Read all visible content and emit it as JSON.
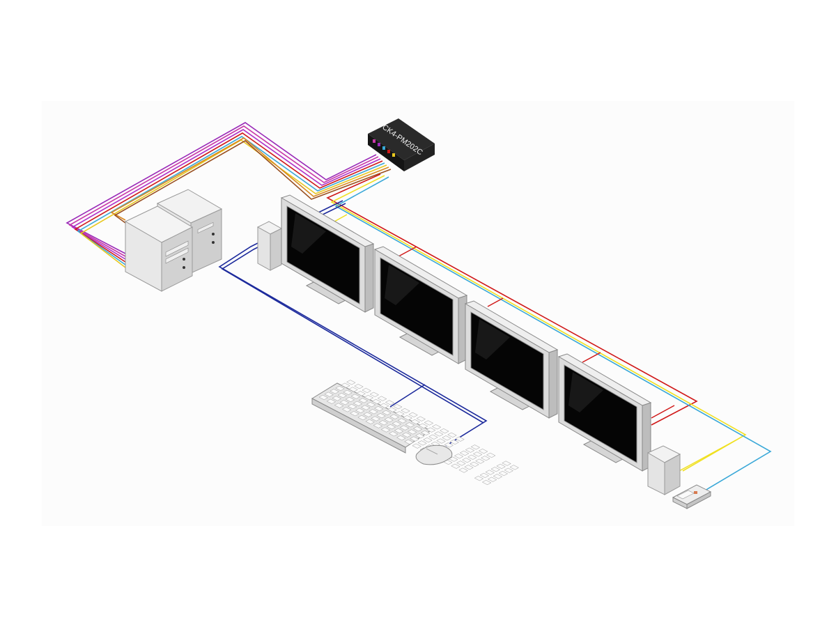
{
  "device": {
    "model_label": "CK4-PM202C"
  },
  "colors": {
    "cable_red": "#d01818",
    "cable_yellow": "#f0e020",
    "cable_cyan": "#3aa8d8",
    "cable_blue": "#1c2a9c",
    "cable_purple": "#9a2ab8",
    "cable_magenta": "#c838a8",
    "cable_orange": "#d88820",
    "screen_dark": "#050505",
    "bezel_gray": "#dcdcdc"
  },
  "components": [
    {
      "name": "kvm-switch-box",
      "icon": "kvm-switch-icon"
    },
    {
      "name": "computer-tower-1",
      "icon": "tower-pc-icon"
    },
    {
      "name": "computer-tower-2",
      "icon": "tower-pc-icon"
    },
    {
      "name": "monitor-1",
      "icon": "monitor-icon"
    },
    {
      "name": "monitor-2",
      "icon": "monitor-icon"
    },
    {
      "name": "monitor-3",
      "icon": "monitor-icon"
    },
    {
      "name": "monitor-4",
      "icon": "monitor-icon"
    },
    {
      "name": "speaker-left",
      "icon": "speaker-icon"
    },
    {
      "name": "speaker-right",
      "icon": "speaker-icon"
    },
    {
      "name": "keyboard",
      "icon": "keyboard-icon"
    },
    {
      "name": "mouse",
      "icon": "mouse-icon"
    },
    {
      "name": "usb-hub",
      "icon": "usb-device-icon"
    }
  ]
}
